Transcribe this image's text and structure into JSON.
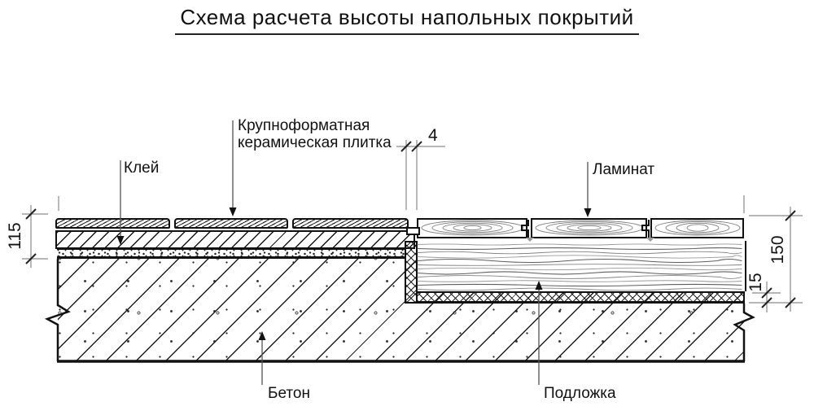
{
  "title": "Схема расчета высоты напольных покрытий",
  "labels": {
    "adhesive": "Клей",
    "tile_line1": "Крупноформатная",
    "tile_line2": "керамическая плитка",
    "laminate": "Ламинат",
    "concrete": "Бетон",
    "underlay": "Подложка"
  },
  "dimensions": {
    "gap": "4",
    "left_height": "115",
    "right_height": "150",
    "underlay_thickness": "15"
  },
  "colors": {
    "ink": "#111111",
    "dimension_line": "#8a8a8a",
    "leader_line": "#555555",
    "background": "#ffffff"
  }
}
